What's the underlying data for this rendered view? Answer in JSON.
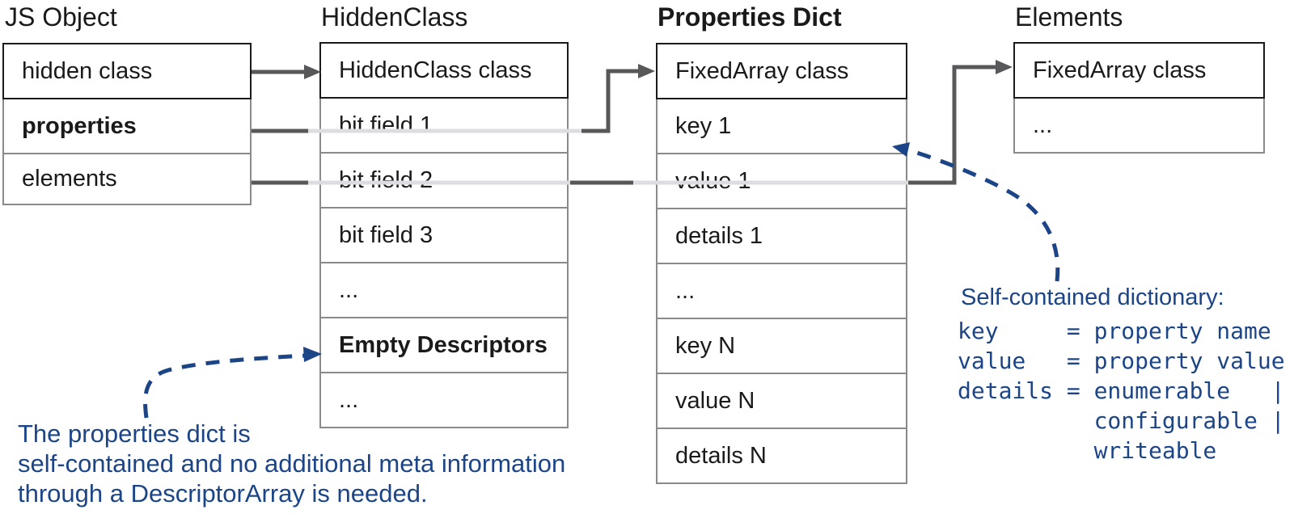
{
  "diagram": {
    "tables": [
      {
        "title": "JS Object",
        "rows": [
          {
            "label": "hidden class"
          },
          {
            "label": "properties"
          },
          {
            "label": "elements"
          }
        ]
      },
      {
        "title": "HiddenClass",
        "rows": [
          {
            "label": "HiddenClass class"
          },
          {
            "label": "bit field 1"
          },
          {
            "label": "bit field 2"
          },
          {
            "label": "bit field 3"
          },
          {
            "label": "..."
          },
          {
            "label": "Empty Descriptors"
          },
          {
            "label": "..."
          }
        ]
      },
      {
        "title": "Properties Dict",
        "rows": [
          {
            "label": "FixedArray class"
          },
          {
            "label": "key 1"
          },
          {
            "label": "value 1"
          },
          {
            "label": "details 1"
          },
          {
            "label": "..."
          },
          {
            "label": "key N"
          },
          {
            "label": "value N"
          },
          {
            "label": "details N"
          }
        ]
      },
      {
        "title": "Elements",
        "rows": [
          {
            "label": "FixedArray class"
          },
          {
            "label": "..."
          }
        ]
      }
    ],
    "notes": {
      "left": {
        "line1": "The properties dict is",
        "line2": "self-contained and no additional meta information",
        "line3": "through a DescriptorArray is needed."
      },
      "right": {
        "heading": "Self-contained dictionary:",
        "code": "key     = property name\nvalue   = property value\ndetails = enumerable   |\n          configurable |\n          writeable"
      }
    },
    "colors": {
      "arrow-dark": "#58585a",
      "arrow-under": "#dcdce1",
      "border-strong": "#1a1a1a",
      "border-soft": "#8a8a8a",
      "note-blue": "#1c4587",
      "text": "#1a1a1a",
      "bg": "#ffffff"
    }
  }
}
